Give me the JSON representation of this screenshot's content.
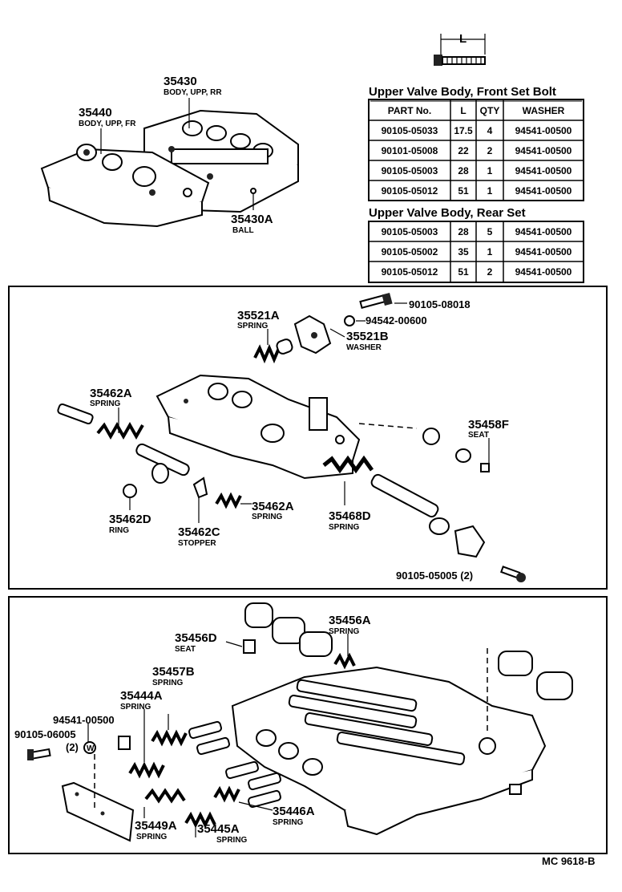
{
  "tables": [
    {
      "title": "Upper Valve Body, Front Set Bolt",
      "headers": [
        "PART No.",
        "L",
        "QTY",
        "WASHER"
      ],
      "rows": [
        [
          "90105-05033",
          "17.5",
          "4",
          "94541-00500"
        ],
        [
          "90101-05008",
          "22",
          "2",
          "94541-00500"
        ],
        [
          "90105-05003",
          "28",
          "1",
          "94541-00500"
        ],
        [
          "90105-05012",
          "51",
          "1",
          "94541-00500"
        ]
      ]
    },
    {
      "title": "Upper Valve Body, Rear Set",
      "headers": [],
      "rows": [
        [
          "90105-05003",
          "28",
          "5",
          "94541-00500"
        ],
        [
          "90105-05002",
          "35",
          "1",
          "94541-00500"
        ],
        [
          "90105-05012",
          "51",
          "2",
          "94541-00500"
        ]
      ]
    }
  ],
  "bolt_dimension_label": "L",
  "labels": {
    "p35430": {
      "num": "35430",
      "name": "BODY, UPP, RR"
    },
    "p35440": {
      "num": "35440",
      "name": "BODY, UPP, FR"
    },
    "p35430A": {
      "num": "35430A",
      "name": "BALL"
    },
    "p35521A": {
      "num": "35521A",
      "name": "SPRING"
    },
    "p90105_08018": {
      "num": "90105-08018"
    },
    "p94542_00600": {
      "num": "94542-00600"
    },
    "p35521B": {
      "num": "35521B",
      "name": "WASHER"
    },
    "p35462A_1": {
      "num": "35462A",
      "name": "SPRING"
    },
    "p35458F": {
      "num": "35458F",
      "name": "SEAT"
    },
    "p35462A_2": {
      "num": "35462A",
      "name": "SPRING"
    },
    "p35462D": {
      "num": "35462D",
      "name": "RING"
    },
    "p35468D": {
      "num": "35468D",
      "name": "SPRING"
    },
    "p35462C": {
      "num": "35462C",
      "name": "STOPPER"
    },
    "p90105_05005_2": {
      "num": "90105-05005 (2)"
    },
    "p35456D": {
      "num": "35456D",
      "name": "SEAT"
    },
    "p35456A": {
      "num": "35456A",
      "name": "SPRING"
    },
    "p35457B": {
      "num": "35457B",
      "name": "SPRING"
    },
    "p35444A": {
      "num": "35444A",
      "name": "SPRING"
    },
    "p94541_00500": {
      "num": "94541-00500"
    },
    "p90105_06005": {
      "num": "90105-06005"
    },
    "p_qty2": {
      "num": "(2)"
    },
    "p35446A": {
      "num": "35446A",
      "name": "SPRING"
    },
    "p35449A": {
      "num": "35449A",
      "name": "SPRING"
    },
    "p35445A": {
      "num": "35445A",
      "name": "SPRING"
    }
  },
  "washer_mark": "W",
  "drawing_code": "MC 9618-B"
}
